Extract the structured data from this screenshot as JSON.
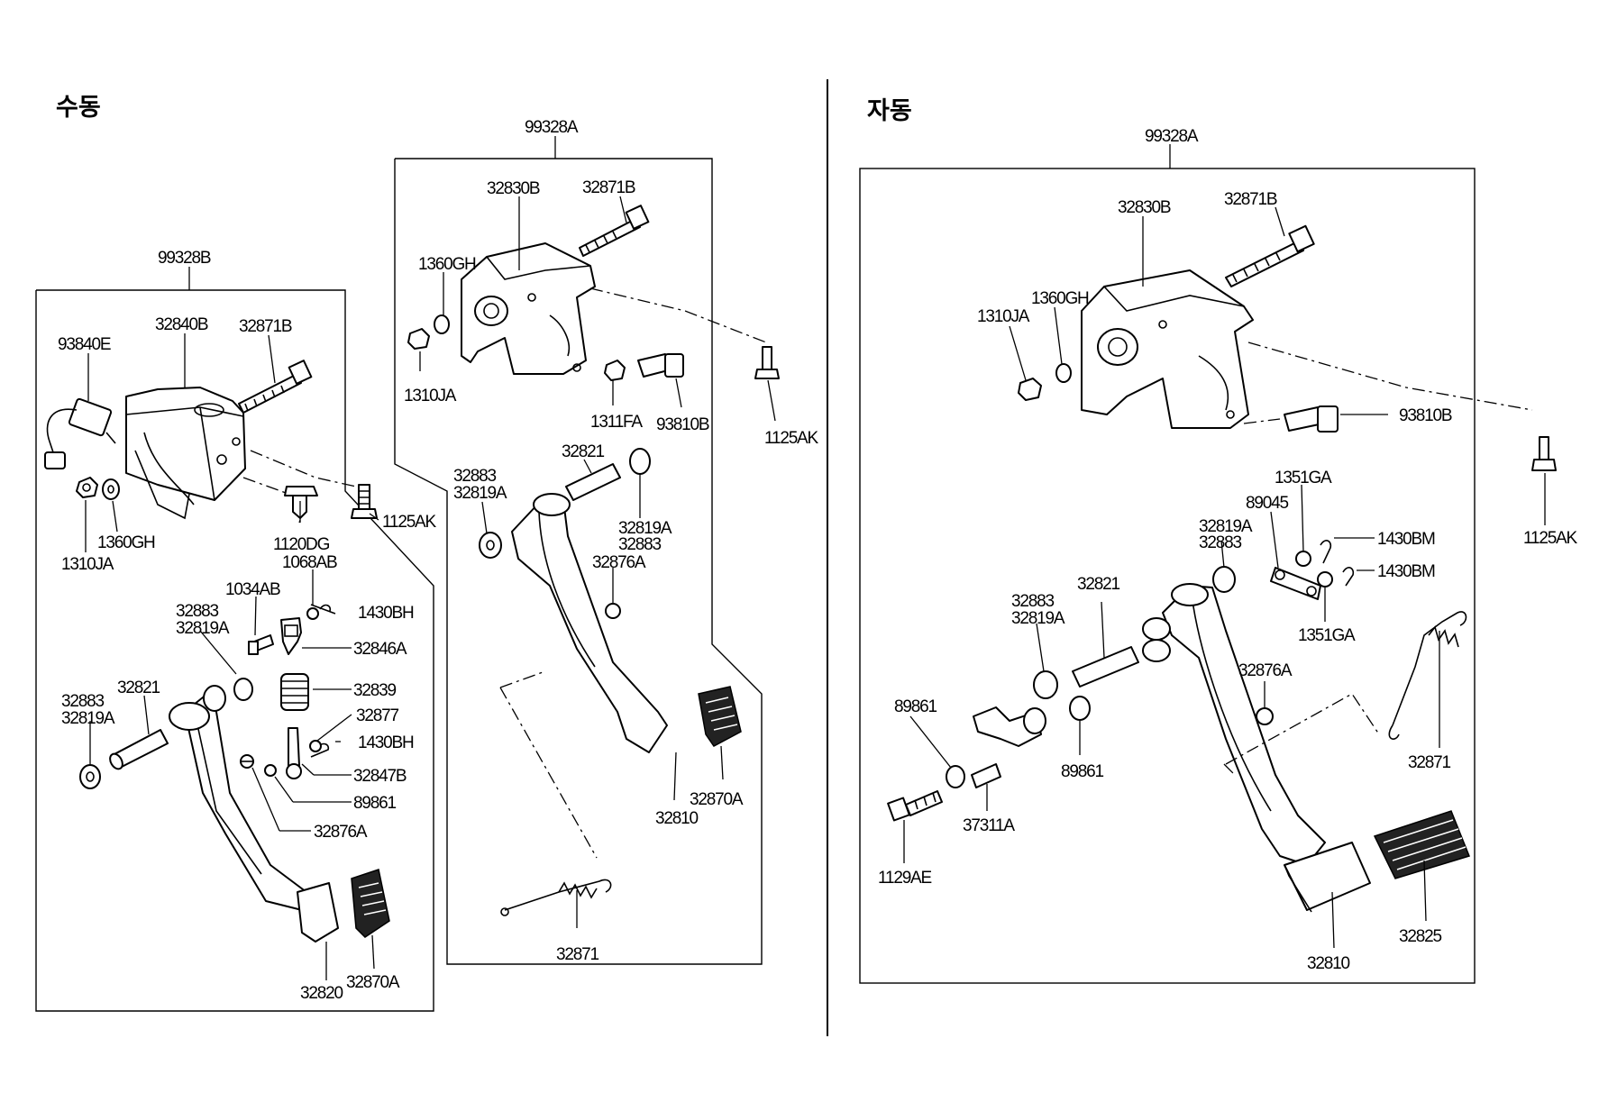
{
  "headers": {
    "manual": "수동",
    "automatic": "자동"
  },
  "labels": {
    "m_99328B": "99328B",
    "m_93840E": "93840E",
    "m_32840B": "32840B",
    "m_32871B": "32871B",
    "m_1125AK": "1125AK",
    "m_1310JA": "1310JA",
    "m_1360GH": "1360GH",
    "m_1120DG": "1120DG",
    "m_1068AB": "1068AB",
    "m_1034AB": "1034AB",
    "m_1430BH_a": "1430BH",
    "m_32883_a": "32883",
    "m_32819A_a": "32819A",
    "m_32846A": "32846A",
    "m_32883_b": "32883",
    "m_32821": "32821",
    "m_32839": "32839",
    "m_32819A_b": "32819A",
    "m_32877": "32877",
    "m_1430BH_b": "1430BH",
    "m_32847B": "32847B",
    "m_89861": "89861",
    "m_32876A": "32876A",
    "m_32870A": "32870A",
    "m_32820": "32820",
    "c_99328A": "99328A",
    "c_32830B": "32830B",
    "c_32871B": "32871B",
    "c_1360GH": "1360GH",
    "c_1310JA": "1310JA",
    "c_1311FA": "1311FA",
    "c_93810B": "93810B",
    "c_1125AK": "1125AK",
    "c_32821": "32821",
    "c_32883_a": "32883",
    "c_32819A_a": "32819A",
    "c_32819A_b": "32819A",
    "c_32883_b": "32883",
    "c_32876A": "32876A",
    "c_32870A": "32870A",
    "c_32810": "32810",
    "c_32871": "32871",
    "a_99328A": "99328A",
    "a_32830B": "32830B",
    "a_32871B": "32871B",
    "a_1310JA": "1310JA",
    "a_1360GH": "1360GH",
    "a_93810B": "93810B",
    "a_1125AK": "1125AK",
    "a_1351GA_a": "1351GA",
    "a_89045": "89045",
    "a_32819A": "32819A",
    "a_32883_a": "32883",
    "a_1430BM_a": "1430BM",
    "a_1430BM_b": "1430BM",
    "a_32883_b": "32883",
    "a_32819A_b": "32819A",
    "a_32821": "32821",
    "a_1351GA_b": "1351GA",
    "a_32876A": "32876A",
    "a_89861_a": "89861",
    "a_89861_b": "89861",
    "a_32871": "32871",
    "a_37311A": "37311A",
    "a_1129AE": "1129AE",
    "a_32810": "32810",
    "a_32825": "32825"
  }
}
